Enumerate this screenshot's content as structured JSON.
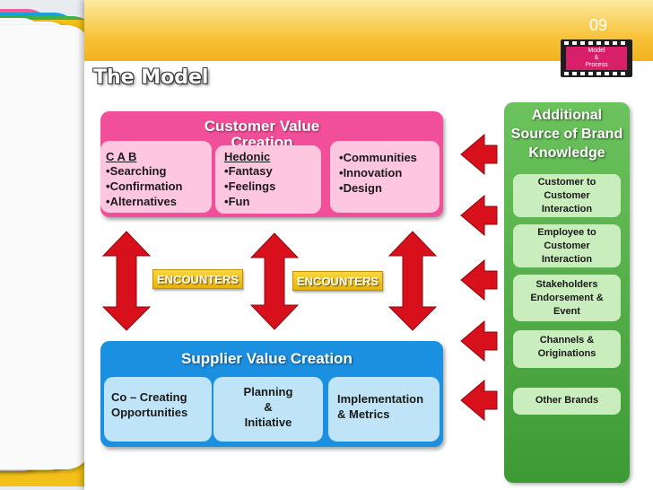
{
  "slide": {
    "page_number": "09",
    "badge_lines": [
      "Model",
      "&",
      "Process"
    ],
    "title": "The Model"
  },
  "customer": {
    "title": "Customer Value Creation",
    "boxes": [
      {
        "header": "C A B",
        "items": [
          "Searching",
          "Confirmation",
          "Alternatives"
        ]
      },
      {
        "header": "Hedonic",
        "items": [
          "Fantasy",
          "Feelings",
          "Fun"
        ]
      },
      {
        "header": "",
        "items": [
          "Communities",
          "Innovation",
          "Design"
        ]
      }
    ]
  },
  "encounters": [
    "ENCOUNTERS",
    "ENCOUNTERS"
  ],
  "supplier": {
    "title": "Supplier Value Creation",
    "boxes": [
      {
        "lines": [
          "Co – Creating",
          "Opportunities"
        ]
      },
      {
        "lines": [
          "Planning",
          "&",
          "Initiative"
        ]
      },
      {
        "lines": [
          "Implementation",
          "& Metrics"
        ]
      }
    ]
  },
  "sources": {
    "title_lines": [
      "Additional",
      "Source of Brand",
      "Knowledge"
    ],
    "items": [
      {
        "lines": [
          "Customer to",
          "Customer",
          "Interaction"
        ]
      },
      {
        "lines": [
          "Employee to",
          "Customer",
          "Interaction"
        ]
      },
      {
        "lines": [
          "Stakeholders",
          "Endorsement &",
          "Event"
        ]
      },
      {
        "lines": [
          "Channels &",
          "Originations"
        ]
      },
      {
        "lines": [
          "Other Brands"
        ]
      }
    ]
  },
  "colors": {
    "customer": "#f24f9a",
    "supplier": "#1b8fe0",
    "sources": "#4caf43",
    "arrow": "#d7101c",
    "encounter": "#f0c020"
  }
}
